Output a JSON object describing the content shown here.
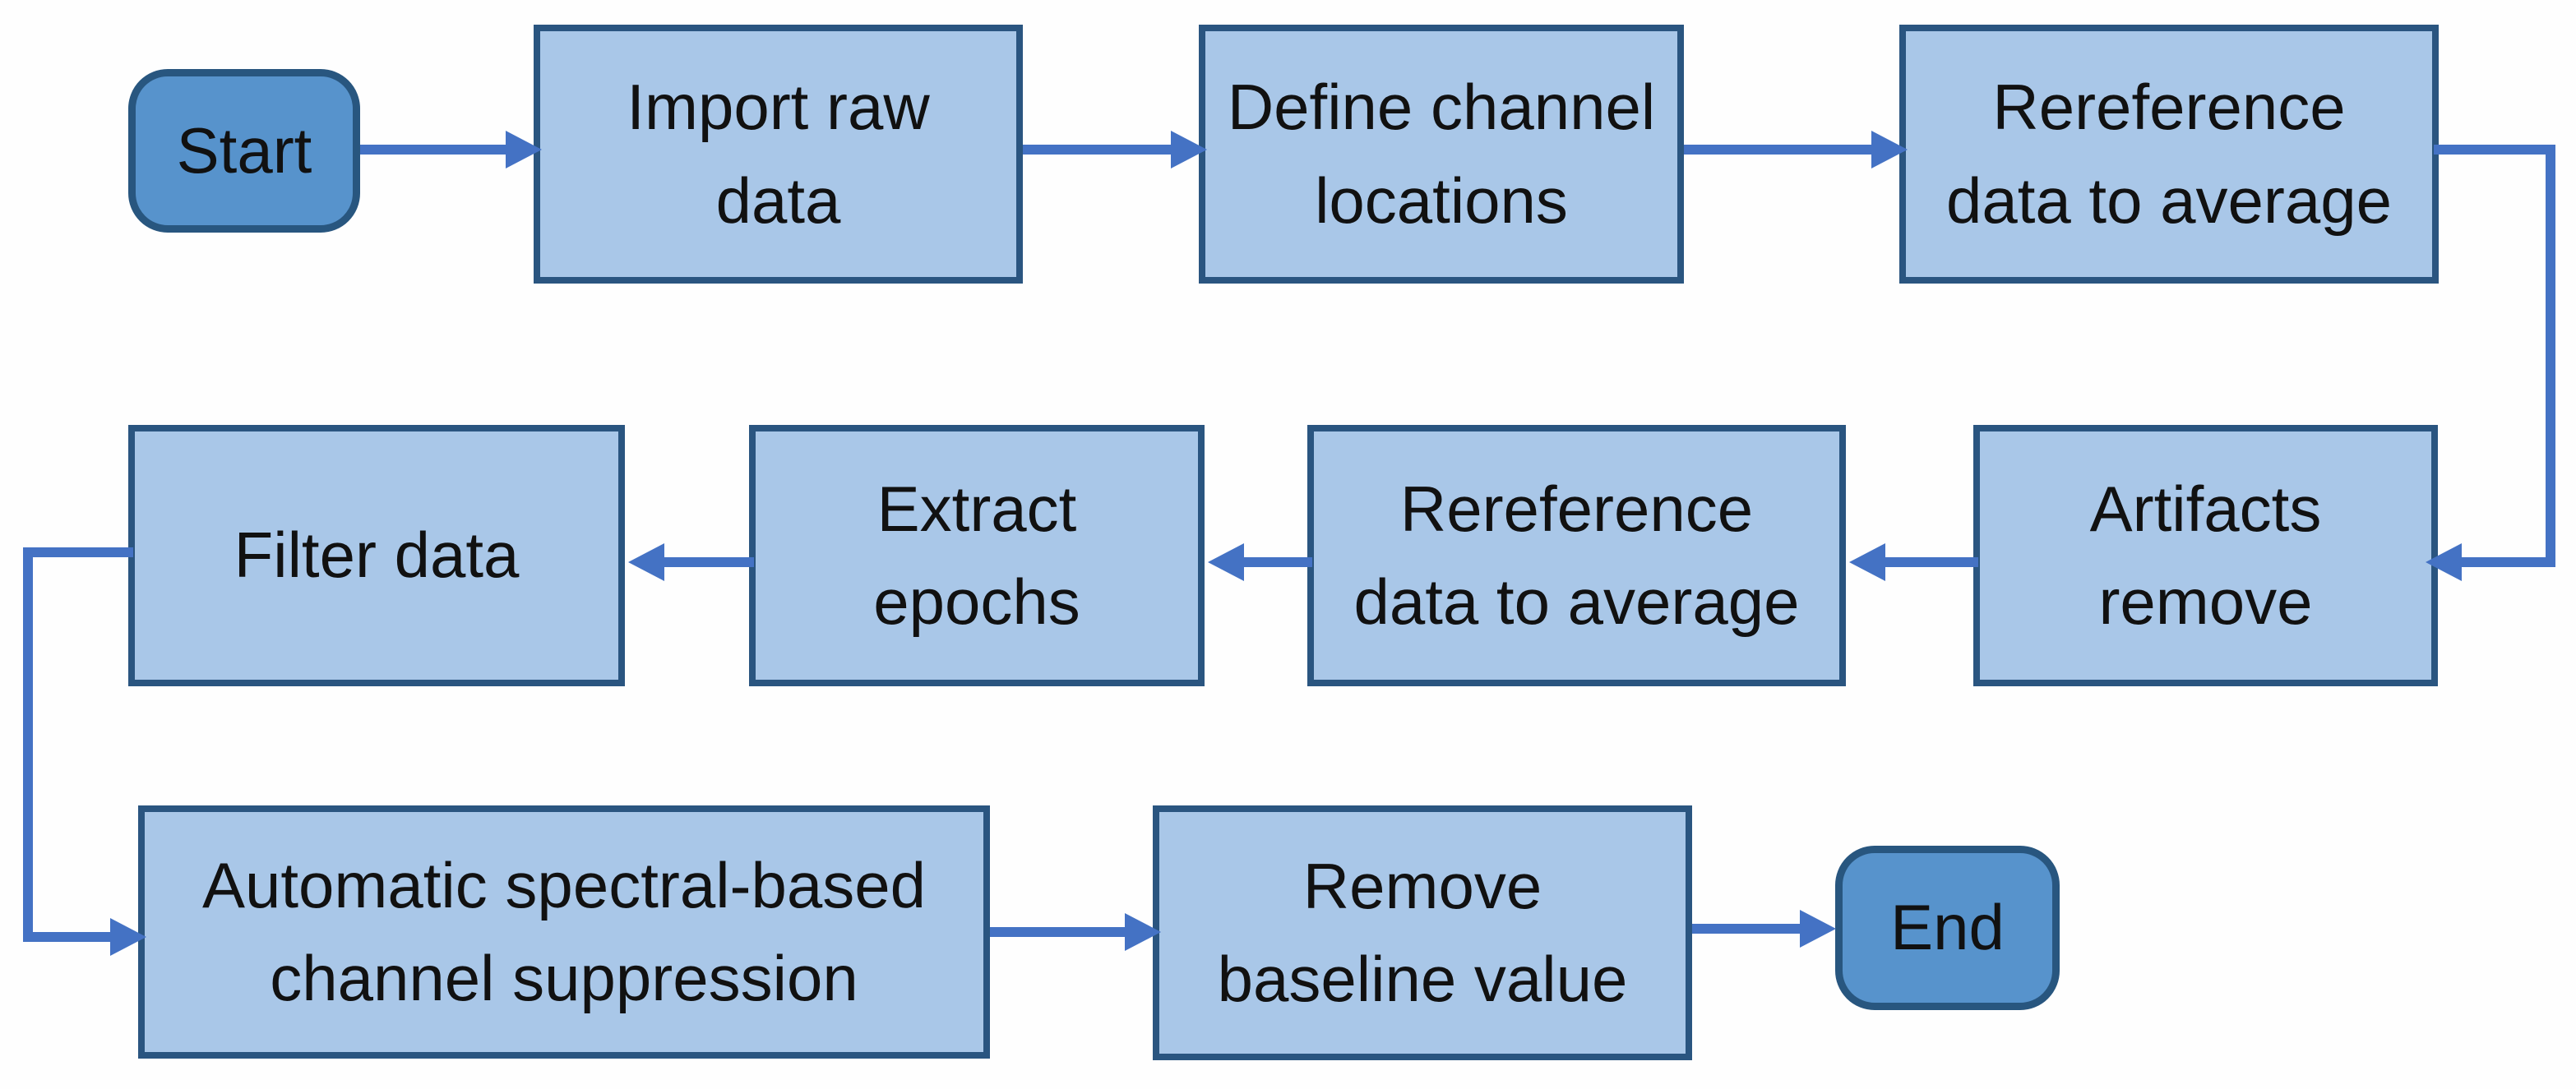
{
  "diagram": {
    "type": "flowchart",
    "nodes": {
      "start": {
        "label": "Start",
        "shape": "terminator"
      },
      "import_raw": {
        "label": "Import raw\ndata",
        "shape": "process"
      },
      "define_channels": {
        "label": "Define channel\nlocations",
        "shape": "process"
      },
      "rereference1": {
        "label": "Rereference\ndata to average",
        "shape": "process"
      },
      "artifacts_remove": {
        "label": "Artifacts\nremove",
        "shape": "process"
      },
      "rereference2": {
        "label": "Rereference\ndata to average",
        "shape": "process"
      },
      "extract_epochs": {
        "label": "Extract\nepochs",
        "shape": "process"
      },
      "filter_data": {
        "label": "Filter data",
        "shape": "process"
      },
      "auto_spectral": {
        "label": "Automatic spectral-based\nchannel suppression",
        "shape": "process"
      },
      "remove_baseline": {
        "label": "Remove\nbaseline value",
        "shape": "process"
      },
      "end": {
        "label": "End",
        "shape": "terminator"
      }
    },
    "edges": [
      {
        "from": "start",
        "to": "import_raw"
      },
      {
        "from": "import_raw",
        "to": "define_channels"
      },
      {
        "from": "define_channels",
        "to": "rereference1"
      },
      {
        "from": "rereference1",
        "to": "artifacts_remove"
      },
      {
        "from": "artifacts_remove",
        "to": "rereference2"
      },
      {
        "from": "rereference2",
        "to": "extract_epochs"
      },
      {
        "from": "extract_epochs",
        "to": "filter_data"
      },
      {
        "from": "filter_data",
        "to": "auto_spectral"
      },
      {
        "from": "auto_spectral",
        "to": "remove_baseline"
      },
      {
        "from": "remove_baseline",
        "to": "end"
      }
    ],
    "colors": {
      "process_fill": "#A9C7E8",
      "process_border": "#2A5580",
      "terminator_fill": "#5793CC",
      "terminator_border": "#28567F",
      "arrow": "#4472C4",
      "text": "#111111",
      "background": "#FEFEFE"
    }
  }
}
